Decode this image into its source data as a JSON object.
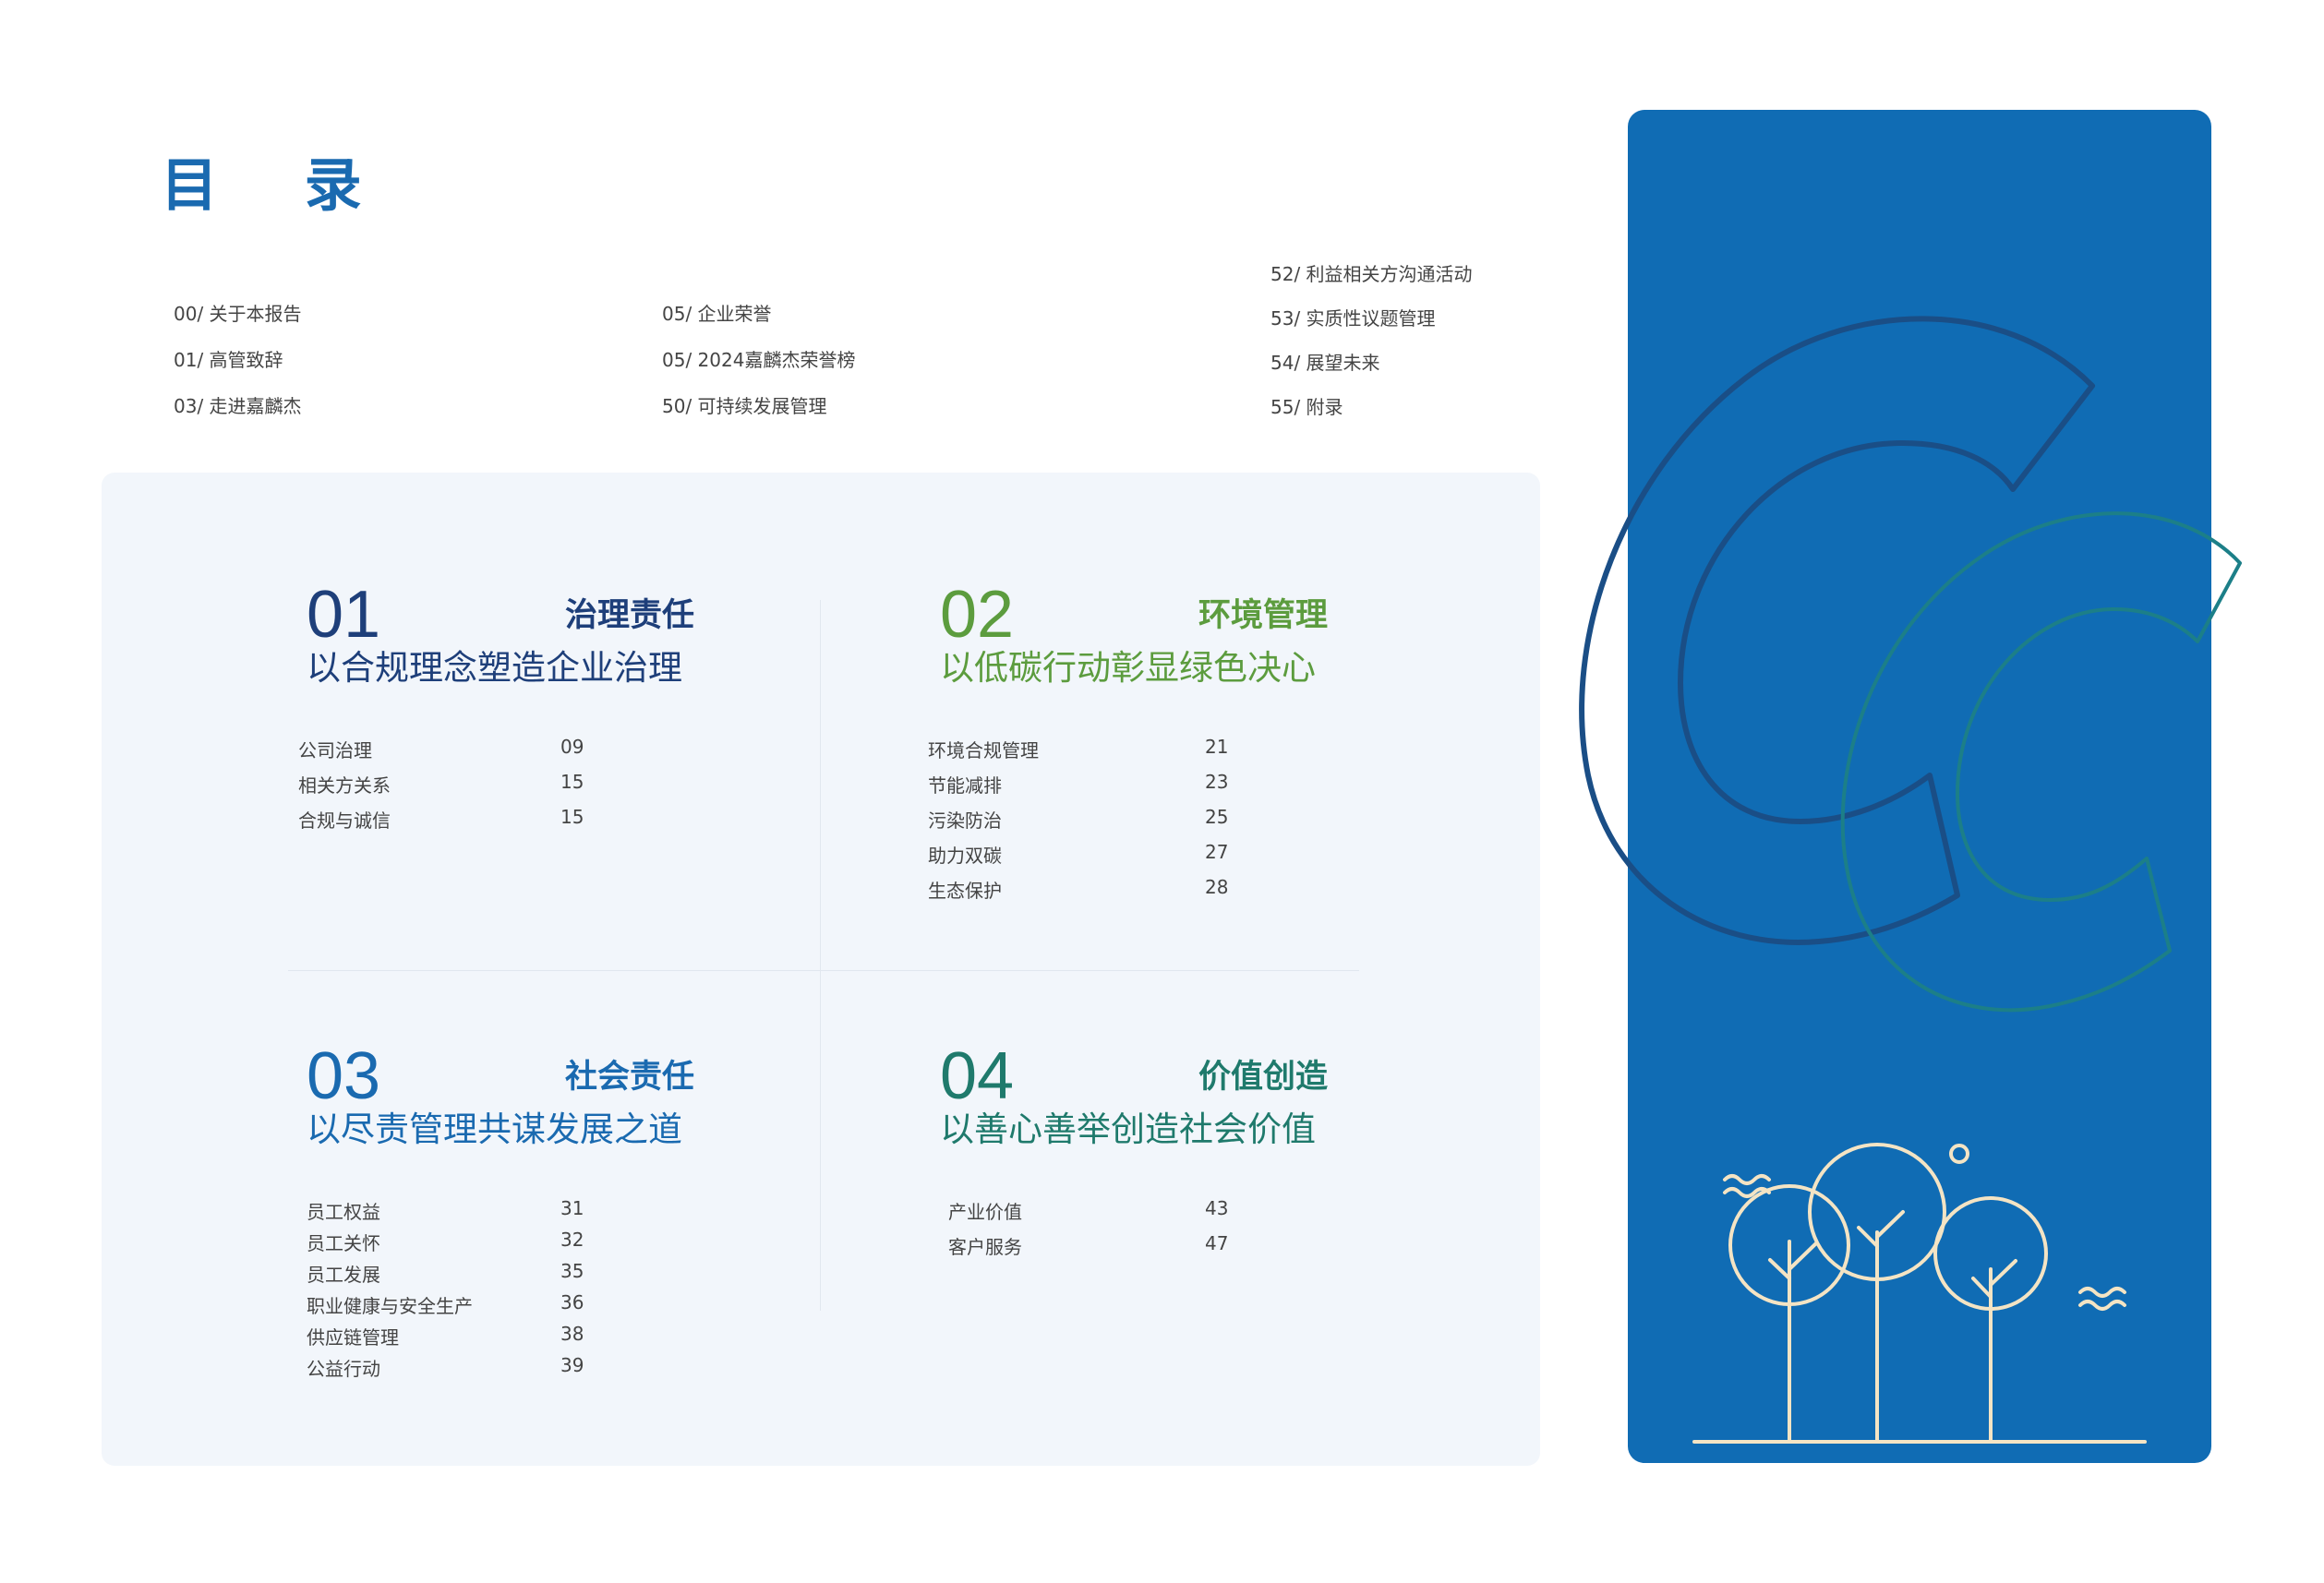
{
  "title": "目 录",
  "toc": {
    "col1": [
      "00/ 关于本报告",
      "01/ 高管致辞",
      "03/ 走进嘉麟杰"
    ],
    "col2": [
      "05/ 企业荣誉",
      "05/ 2024嘉麟杰荣誉榜",
      "50/ 可持续发展管理"
    ],
    "col3": [
      "52/ 利益相关方沟通活动",
      "53/ 实质性议题管理",
      "54/ 展望未来",
      "55/ 附录"
    ]
  },
  "sections": [
    {
      "num": "01",
      "name": "治理责任",
      "slogan": "以合规理念塑造企业治理",
      "color": "#1e3f7a",
      "entries": [
        {
          "label": "公司治理",
          "page": "09"
        },
        {
          "label": "相关方关系",
          "page": "15"
        },
        {
          "label": "合规与诚信",
          "page": "15"
        }
      ]
    },
    {
      "num": "02",
      "name": "环境管理",
      "slogan": "以低碳行动彰显绿色决心",
      "color": "#5c9c3e",
      "entries": [
        {
          "label": "环境合规管理",
          "page": "21"
        },
        {
          "label": "节能减排",
          "page": "23"
        },
        {
          "label": "污染防治",
          "page": "25"
        },
        {
          "label": "助力双碳",
          "page": "27"
        },
        {
          "label": "生态保护",
          "page": "28"
        }
      ]
    },
    {
      "num": "03",
      "name": "社会责任",
      "slogan": "以尽责管理共谋发展之道",
      "color": "#1a6ab0",
      "entries": [
        {
          "label": "员工权益",
          "page": "31"
        },
        {
          "label": "员工关怀",
          "page": "32"
        },
        {
          "label": "员工发展",
          "page": "35"
        },
        {
          "label": "职业健康与安全生产",
          "page": "36"
        },
        {
          "label": "供应链管理",
          "page": "38"
        },
        {
          "label": "公益行动",
          "page": "39"
        }
      ]
    },
    {
      "num": "04",
      "name": "价值创造",
      "slogan": "以善心善举创造社会价值",
      "color": "#1f7a6c",
      "entries": [
        {
          "label": "产业价值",
          "page": "43"
        },
        {
          "label": "客户服务",
          "page": "47"
        }
      ]
    }
  ],
  "colors": {
    "brand_blue": "#106cb4",
    "title_blue": "#1a6ab0",
    "panel_bg": "#f2f6fb",
    "tree_line": "#e9d6b0"
  }
}
